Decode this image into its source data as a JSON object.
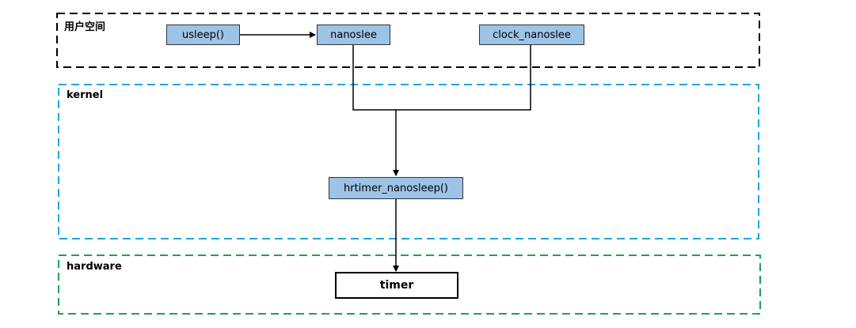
{
  "layers": {
    "user_space": "用户空间",
    "kernel": "kernel",
    "hardware": "hardware"
  },
  "nodes": {
    "usleep": "usleep()",
    "nanosleep": "nanoslee",
    "clock_nanosleep": "clock_nanoslee",
    "hrtimer_nanosleep": "hrtimer_nanosleep()",
    "timer": "timer"
  },
  "colors": {
    "user_space_border": "#000000",
    "kernel_border": "#1ea7d8",
    "hardware_border": "#1aa25a",
    "node_fill": "#9dc3e6",
    "arrow": "#000000"
  }
}
